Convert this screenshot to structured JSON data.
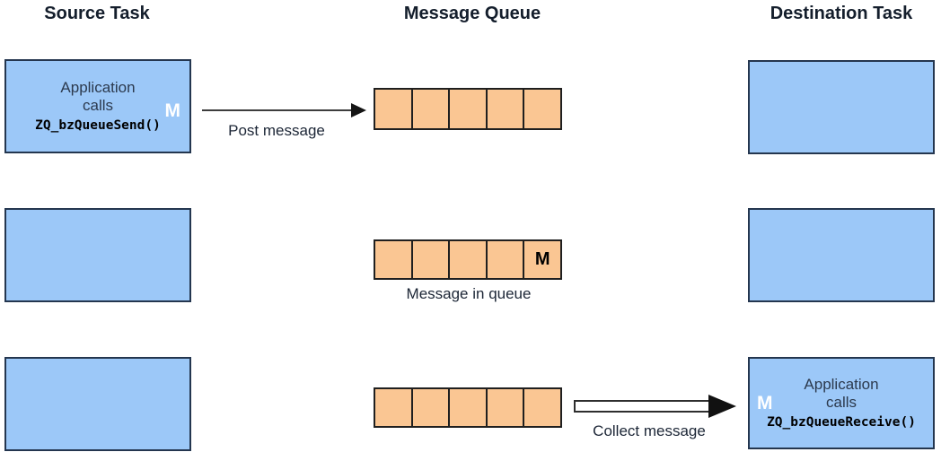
{
  "headers": {
    "source": "Source Task",
    "queue": "Message Queue",
    "destination": "Destination Task"
  },
  "rows": {
    "post": {
      "source_box": {
        "line1": "Application",
        "line2": "calls",
        "code": "ZQ_bzQueueSend()",
        "marker": "M"
      },
      "arrow_label": "Post message",
      "queue_cells": [
        "",
        "",
        "",
        "",
        ""
      ]
    },
    "inqueue": {
      "queue_cells": [
        "",
        "",
        "",
        "",
        "M"
      ],
      "caption": "Message in queue"
    },
    "collect": {
      "arrow_label": "Collect message",
      "queue_cells": [
        "",
        "",
        "",
        "",
        ""
      ],
      "dest_box": {
        "line1": "Application",
        "line2": "calls",
        "code": "ZQ_bzQueueReceive()",
        "marker": "M"
      }
    }
  },
  "colors": {
    "task_box_fill": "#9CC8F8",
    "task_box_border": "#24364F",
    "queue_cell_fill": "#FAC693",
    "queue_cell_border": "#1F1F1F",
    "arrow_color": "#3D3D3D",
    "label_text": "#1C2636",
    "marker_on_box": "#FFFFFF",
    "marker_in_cell": "#000000"
  }
}
